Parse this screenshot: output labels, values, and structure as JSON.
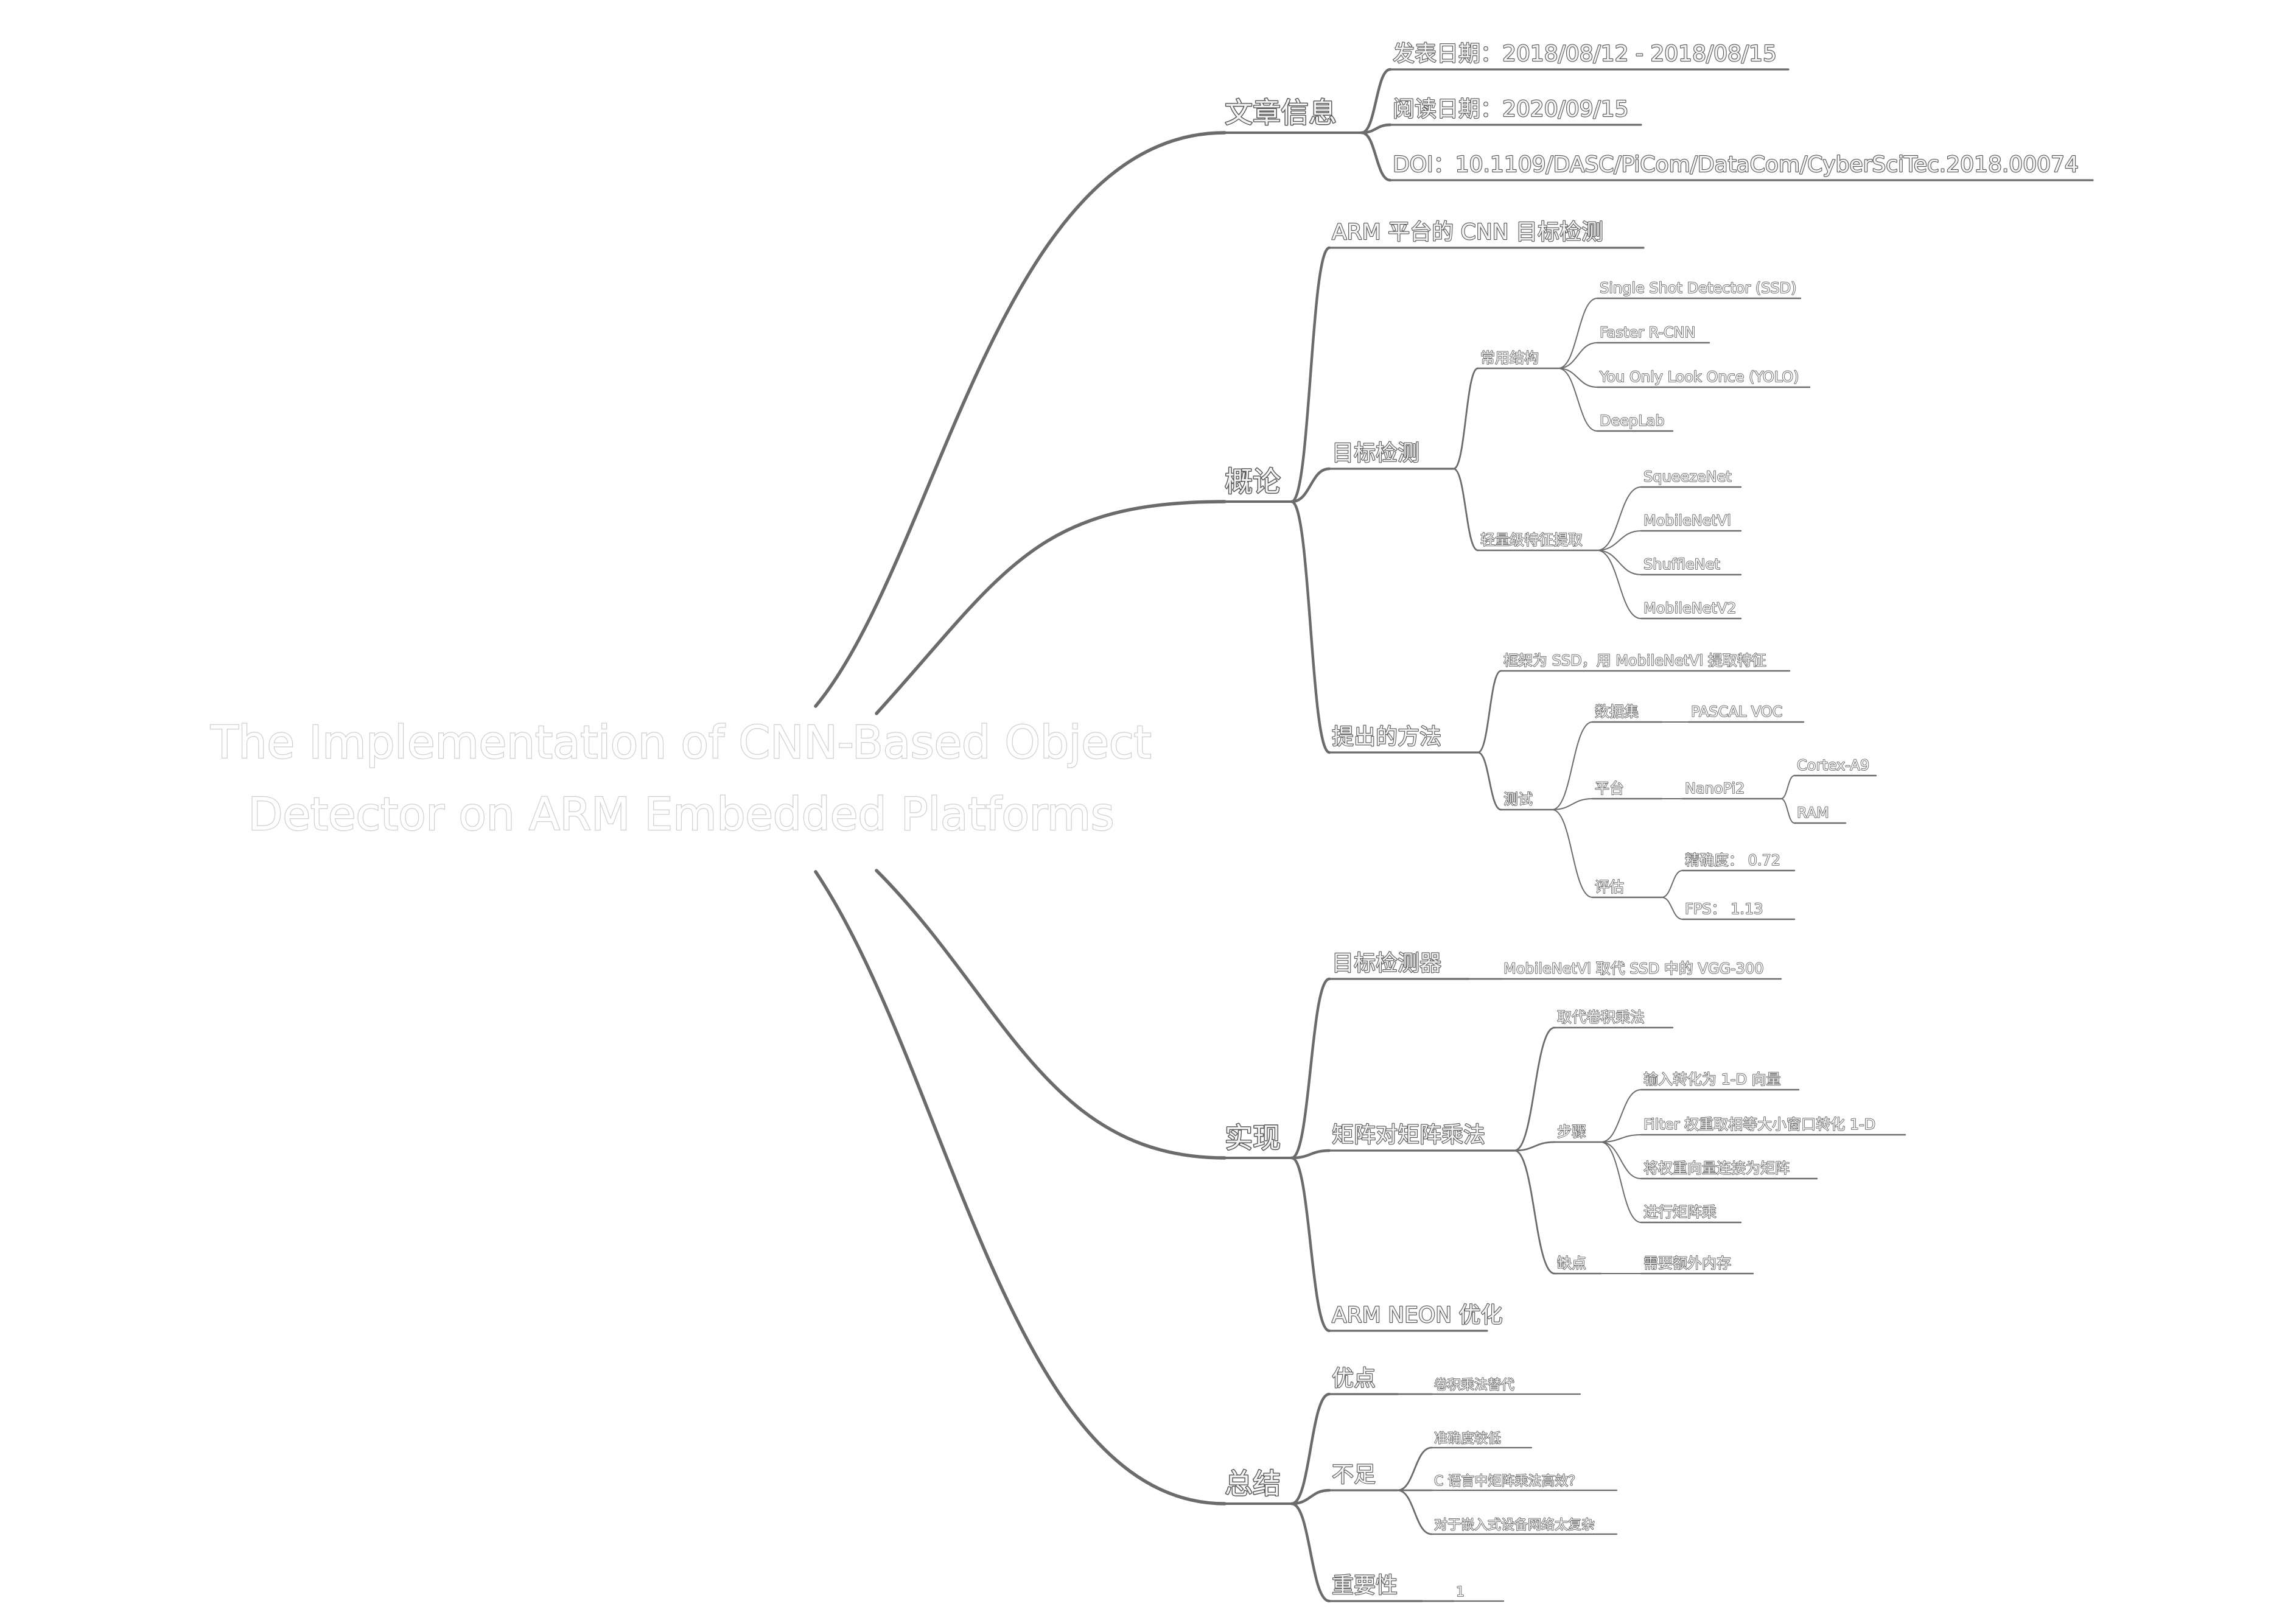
{
  "root": {
    "line1": "The Implementation of CNN-Based Object",
    "line2": "Detector on ARM Embedded Platforms"
  },
  "branches": [
    {
      "label": "文章信息",
      "children": [
        {
          "label": "发表日期：2018/08/12 - 2018/08/15"
        },
        {
          "label": "阅读日期：2020/09/15"
        },
        {
          "label": "DOI：10.1109/DASC/PiCom/DataCom/CyberSciTec.2018.00074"
        }
      ]
    },
    {
      "label": "概论",
      "children": [
        {
          "label": "ARM 平台的 CNN 目标检测"
        },
        {
          "label": "目标检测",
          "children": [
            {
              "label": "常用结构",
              "children": [
                {
                  "label": "Single Shot Detector (SSD)"
                },
                {
                  "label": "Faster R-CNN"
                },
                {
                  "label": "You Only Look Once (YOLO)"
                },
                {
                  "label": "DeepLab"
                }
              ]
            },
            {
              "label": "轻量级特征提取",
              "children": [
                {
                  "label": "SqueezeNet"
                },
                {
                  "label": "MobileNetVl"
                },
                {
                  "label": "ShuffleNet"
                },
                {
                  "label": "MobileNetV2"
                }
              ]
            }
          ]
        },
        {
          "label": "提出的方法",
          "children": [
            {
              "label": "框架为 SSD，用 MobileNetVl 提取特征"
            },
            {
              "label": "测试",
              "children": [
                {
                  "label": "数据集",
                  "children": [
                    {
                      "label": "PASCAL VOC"
                    }
                  ]
                },
                {
                  "label": "平台",
                  "children": [
                    {
                      "label": "NanoPi2",
                      "children": [
                        {
                          "label": "Cortex-A9"
                        },
                        {
                          "label": "RAM"
                        }
                      ]
                    }
                  ]
                },
                {
                  "label": "评估",
                  "children": [
                    {
                      "label": "精确度： 0.72"
                    },
                    {
                      "label": "FPS： 1.13"
                    }
                  ]
                }
              ]
            }
          ]
        }
      ]
    },
    {
      "label": "实现",
      "children": [
        {
          "label": "目标检测器",
          "children": [
            {
              "label": "MobileNetVl 取代 SSD 中的 VGG-300"
            }
          ]
        },
        {
          "label": "矩阵对矩阵乘法",
          "children": [
            {
              "label": "取代卷积乘法"
            },
            {
              "label": "步骤",
              "children": [
                {
                  "label": "输入转化为 1-D 向量"
                },
                {
                  "label": "Filter 权重取相等大小窗口转化 1-D"
                },
                {
                  "label": "将权重向量连接为矩阵"
                },
                {
                  "label": "进行矩阵乘"
                }
              ]
            },
            {
              "label": "缺点",
              "children": [
                {
                  "label": "需要额外内存"
                }
              ]
            }
          ]
        },
        {
          "label": "ARM NEON 优化"
        }
      ]
    },
    {
      "label": "总结",
      "children": [
        {
          "label": "优点",
          "children": [
            {
              "label": "卷积乘法替代"
            }
          ]
        },
        {
          "label": "不足",
          "children": [
            {
              "label": "准确度较低"
            },
            {
              "label": "C 语言中矩阵乘法高效？"
            },
            {
              "label": "对于嵌入式设备网络太复杂"
            }
          ]
        },
        {
          "label": "重要性",
          "children": [
            {
              "label": "1"
            }
          ]
        }
      ]
    }
  ]
}
